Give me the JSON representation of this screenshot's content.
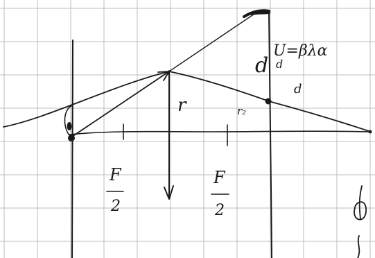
{
  "notebook": {
    "grid_color": "#bcbcbc",
    "ink_color": "#1a1a1a"
  },
  "labels": {
    "height_r": "r",
    "half_height": "r₂",
    "focal_left_num": "F",
    "focal_left_den": "2",
    "focal_right_num": "F",
    "focal_right_den": "2",
    "d_left": "d",
    "equation": "U=βλα",
    "d_lower": "d",
    "d_right": "d"
  }
}
